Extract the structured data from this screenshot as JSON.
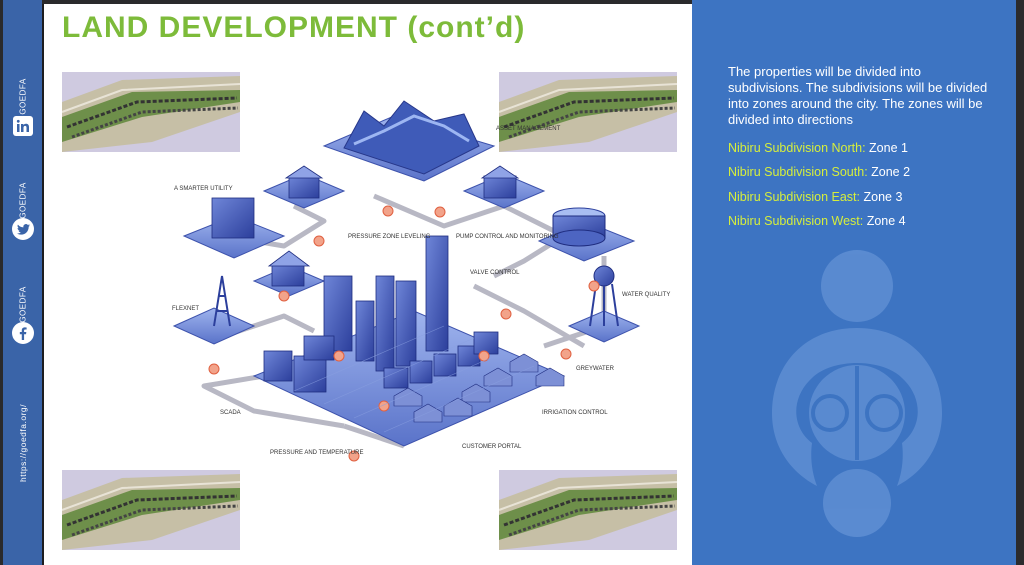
{
  "sidebar": {
    "brand_1": "GOEDFA",
    "brand_2": "GOEDFA",
    "brand_3": "GOEDFA",
    "url": "https://goedfa.org/",
    "icons": [
      "linkedin-icon",
      "twitter-icon",
      "facebook-icon"
    ]
  },
  "slide": {
    "title": "LAND DEVELOPMENT (cont’d)",
    "diagram_labels": {
      "asset_management": "ASSET MANAGEMENT",
      "smarter_utility": "A SMARTER UTILITY",
      "pressure_zone": "PRESSURE ZONE LEVELING",
      "pump_control": "PUMP CONTROL AND MONITORING",
      "valve_control": "VALVE CONTROL",
      "water_quality": "WATER QUALITY",
      "flexnet": "FLEXNET",
      "greywater": "GREYWATER",
      "scada": "SCADA",
      "irrigation": "IRRIGATION CONTROL",
      "pressure_temp": "PRESSURE AND TEMPERATURE",
      "customer_portal": "CUSTOMER PORTAL"
    }
  },
  "panel": {
    "intro": "The properties will be divided into subdivisions. The subdivisions will be divided into zones around the city. The zones will be divided into directions",
    "zones": [
      {
        "key": "Nibiru Subdivision North:",
        "value": " Zone 1"
      },
      {
        "key": "Nibiru Subdivision South:",
        "value": " Zone 2"
      },
      {
        "key": "Nibiru Subdivision East:",
        "value": " Zone 3"
      },
      {
        "key": "Nibiru Subdivision West:",
        "value": " Zone 4"
      }
    ]
  },
  "colors": {
    "title_green": "#7dbb3a",
    "panel_blue": "#3d74c2",
    "strip_blue": "#3a64a8",
    "zone_yellow": "#d6ee3c"
  }
}
